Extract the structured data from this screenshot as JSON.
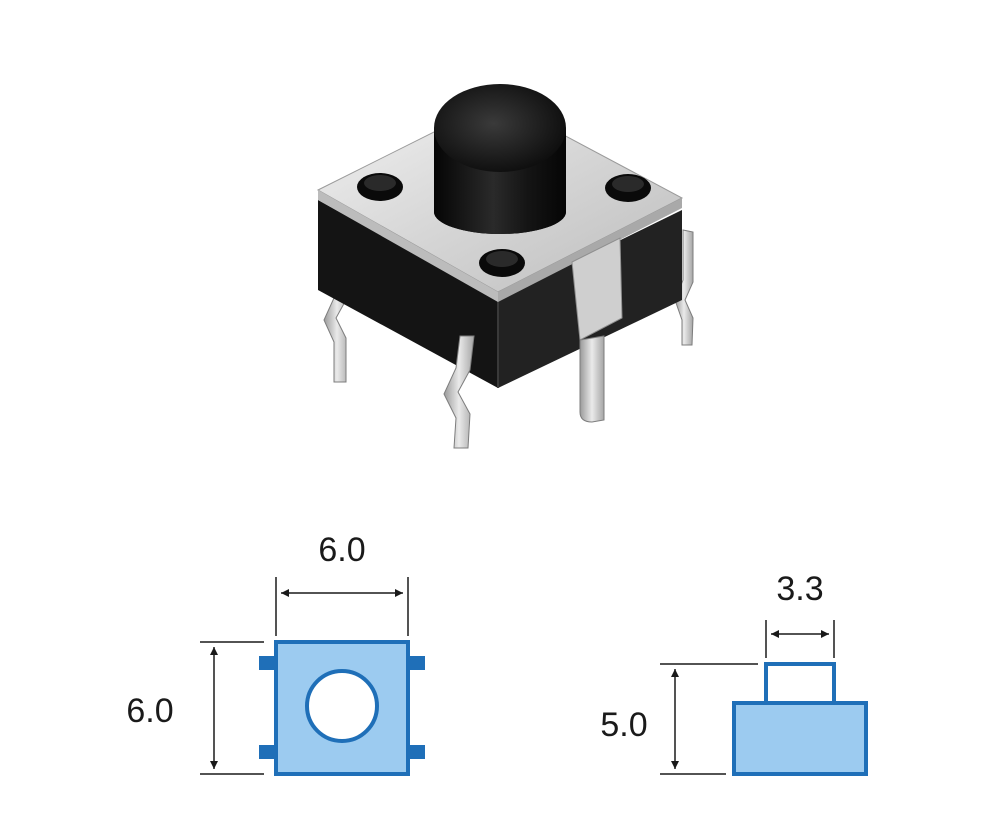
{
  "product": {
    "image_icon": "tactile-switch-6x6-through-hole",
    "colors": {
      "body": "#151515",
      "cap": "#101010",
      "metal": "#d8d8d8",
      "pin": "#c9c9c9",
      "drawing_fill": "#9ccbf0",
      "drawing_stroke": "#1f6fb8",
      "dimension_line": "#1a1a1a"
    }
  },
  "top_view": {
    "width_label": "6.0",
    "height_label": "6.0"
  },
  "side_view": {
    "actuator_width_label": "3.3",
    "height_label": "5.0"
  }
}
